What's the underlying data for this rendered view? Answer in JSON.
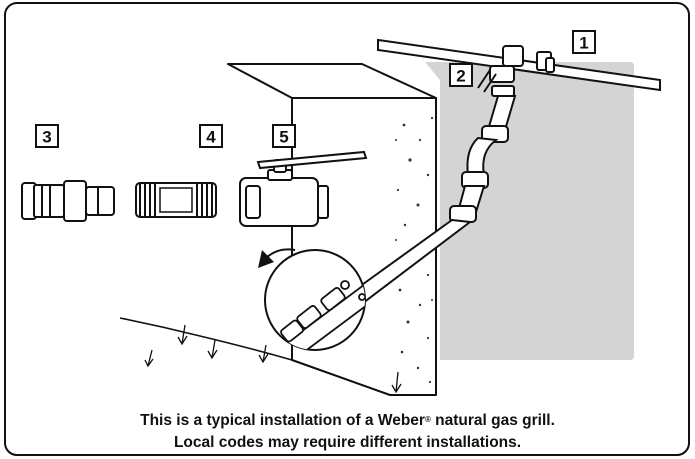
{
  "callouts": {
    "c1": "1",
    "c2": "2",
    "c3": "3",
    "c4": "4",
    "c5": "5"
  },
  "caption": {
    "line1_before": "This is a typical installation of a Weber",
    "line1_mark": "®",
    "line1_after": " natural gas grill.",
    "line2": "Local codes may require different installations."
  },
  "colors": {
    "ink": "#111111",
    "shadow": "#d4d4d4",
    "paper": "#ffffff"
  }
}
